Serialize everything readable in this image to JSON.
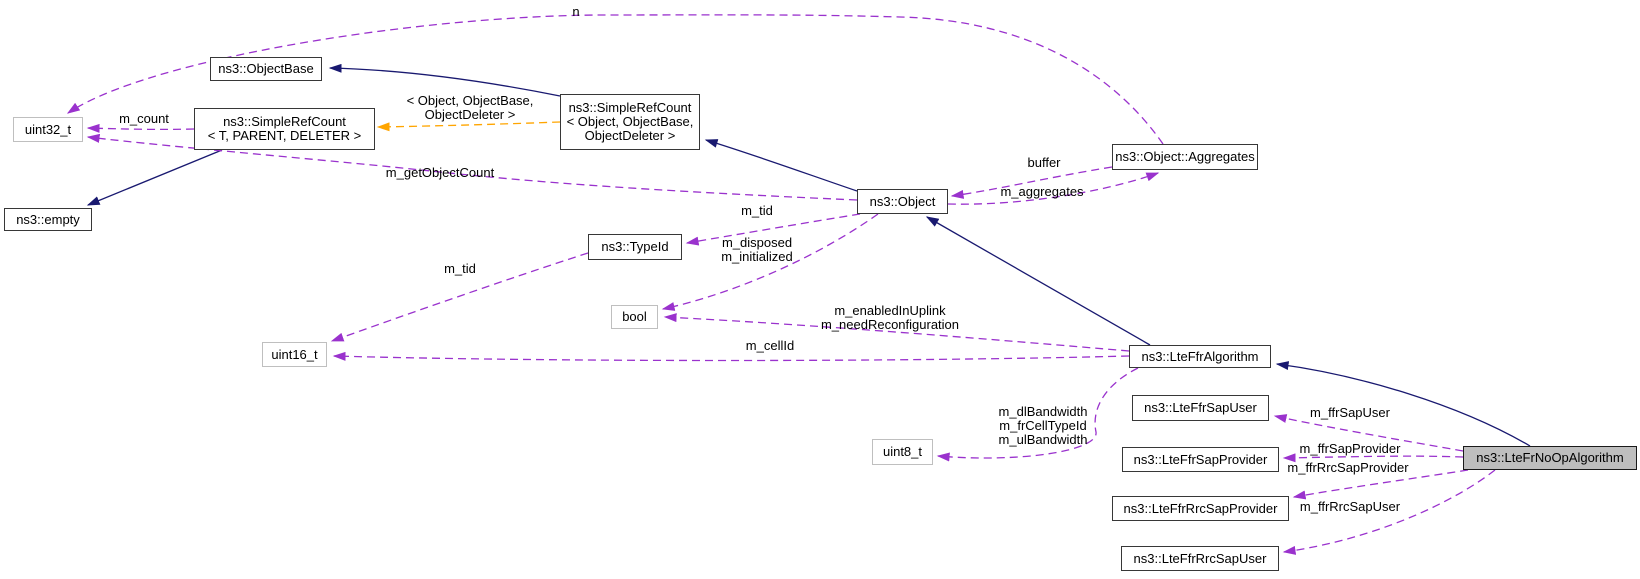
{
  "colors": {
    "usage_edge": "#9a32cd",
    "inheritance_edge": "#191970",
    "template_edge": "#ffa500",
    "node_border": "#373737",
    "plain_node_border": "#bfbfbf",
    "selected_node_fill": "#bebebe"
  },
  "nodes": {
    "uint32": {
      "label": "uint32_t"
    },
    "object_base": {
      "label": "ns3::ObjectBase"
    },
    "simple_ref_count_generic": {
      "label": "ns3::SimpleRefCount\n< T, PARENT, DELETER >"
    },
    "empty": {
      "label": "ns3::empty"
    },
    "simple_ref_count_object": {
      "label": "ns3::SimpleRefCount\n< Object, ObjectBase,\nObjectDeleter >"
    },
    "object": {
      "label": "ns3::Object"
    },
    "type_id": {
      "label": "ns3::TypeId"
    },
    "aggregates": {
      "label": "ns3::Object::Aggregates"
    },
    "bool": {
      "label": "bool"
    },
    "uint16": {
      "label": "uint16_t"
    },
    "uint8": {
      "label": "uint8_t"
    },
    "lte_ffr_algorithm": {
      "label": "ns3::LteFfrAlgorithm"
    },
    "lte_ffr_sap_user": {
      "label": "ns3::LteFfrSapUser"
    },
    "lte_ffr_sap_provider": {
      "label": "ns3::LteFfrSapProvider"
    },
    "lte_ffr_rrc_sap_provider": {
      "label": "ns3::LteFfrRrcSapProvider"
    },
    "lte_ffr_rrc_sap_user": {
      "label": "ns3::LteFfrRrcSapUser"
    },
    "lte_fr_no_op_algorithm": {
      "label": "ns3::LteFrNoOpAlgorithm"
    }
  },
  "edge_labels": {
    "n": "n",
    "m_count": "m_count",
    "template_args": "< Object, ObjectBase,\nObjectDeleter >",
    "m_getObjectCount": "m_getObjectCount",
    "m_tid_object": "m_tid",
    "m_disposed_initialized": "m_disposed\nm_initialized",
    "buffer": "buffer",
    "m_aggregates": "m_aggregates",
    "m_tid_typeid": "m_tid",
    "m_cellId": "m_cellId",
    "m_enabled_reconf": "m_enabledInUplink\nm_needReconfiguration",
    "m_bandwidths": "m_dlBandwidth\nm_frCellTypeId\nm_ulBandwidth",
    "m_ffrSapUser": "m_ffrSapUser",
    "m_ffrSapProvider": "m_ffrSapProvider",
    "m_ffrRrcSapProvider": "m_ffrRrcSapProvider",
    "m_ffrRrcSapUser": "m_ffrRrcSapUser"
  }
}
